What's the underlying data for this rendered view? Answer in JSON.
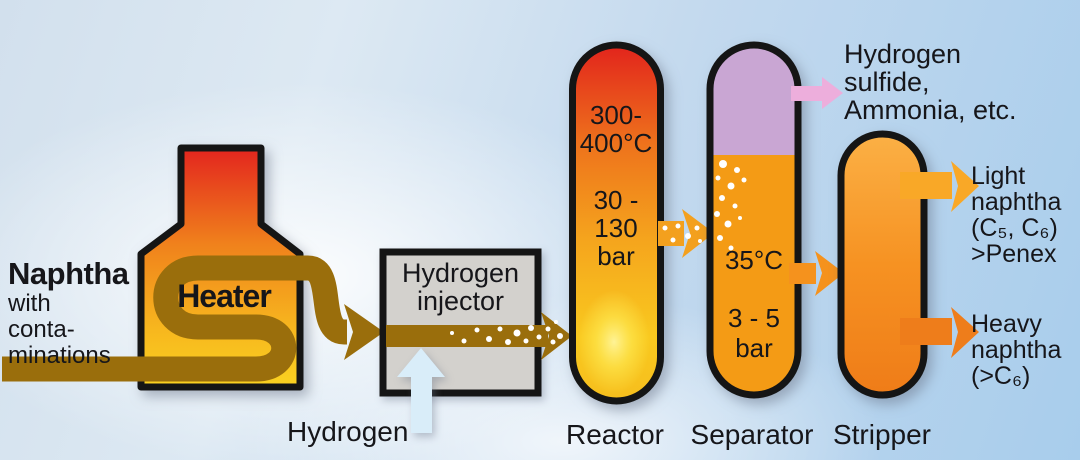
{
  "feed": {
    "lines": [
      "Naphtha",
      "with",
      "conta-",
      "minations"
    ]
  },
  "heater": {
    "label": "Heater"
  },
  "injector": {
    "lines": [
      "Hydrogen",
      "injector"
    ]
  },
  "hydrogen_feed": {
    "label": "Hydrogen"
  },
  "reactor": {
    "caption": "Reactor",
    "temperature_lines": [
      "300-",
      "400°C"
    ],
    "pressure_lines": [
      "30 -",
      "130",
      "bar"
    ]
  },
  "separator": {
    "caption": "Separator",
    "temperature": "35°C",
    "pressure_lines": [
      "3 - 5",
      "bar"
    ]
  },
  "stripper": {
    "caption": "Stripper"
  },
  "offgas": {
    "lines": [
      "Hydrogen",
      "sulfide,",
      "Ammonia, etc."
    ]
  },
  "light_naphtha": {
    "lines": [
      "Light",
      "naphtha",
      "(C₅, C₆)",
      ">Penex"
    ]
  },
  "heavy_naphtha": {
    "lines": [
      "Heavy",
      "naphtha",
      "(>C₆)"
    ]
  },
  "colors": {
    "pipe_olive": "#9A6E0C",
    "heater_top_red": "#E3251E",
    "heater_bottom_yellow": "#FBD321",
    "injector_gray": "#D3D1CD",
    "reactor_top_red": "#E2241C",
    "reactor_bottom_yellow": "#F8C91F",
    "separator_gas_plum": "#C9A6D3",
    "separator_liquid_orange": "#F49B15",
    "stripper_top_orange": "#FBB045",
    "stripper_bottom_orange": "#EF7C18",
    "offgas_arrow_pink": "#EDAEDC",
    "hydrogen_arrow_blue": "#D9EDF9",
    "background_blue": "#A8CDEC",
    "outline_black": "#151515"
  }
}
